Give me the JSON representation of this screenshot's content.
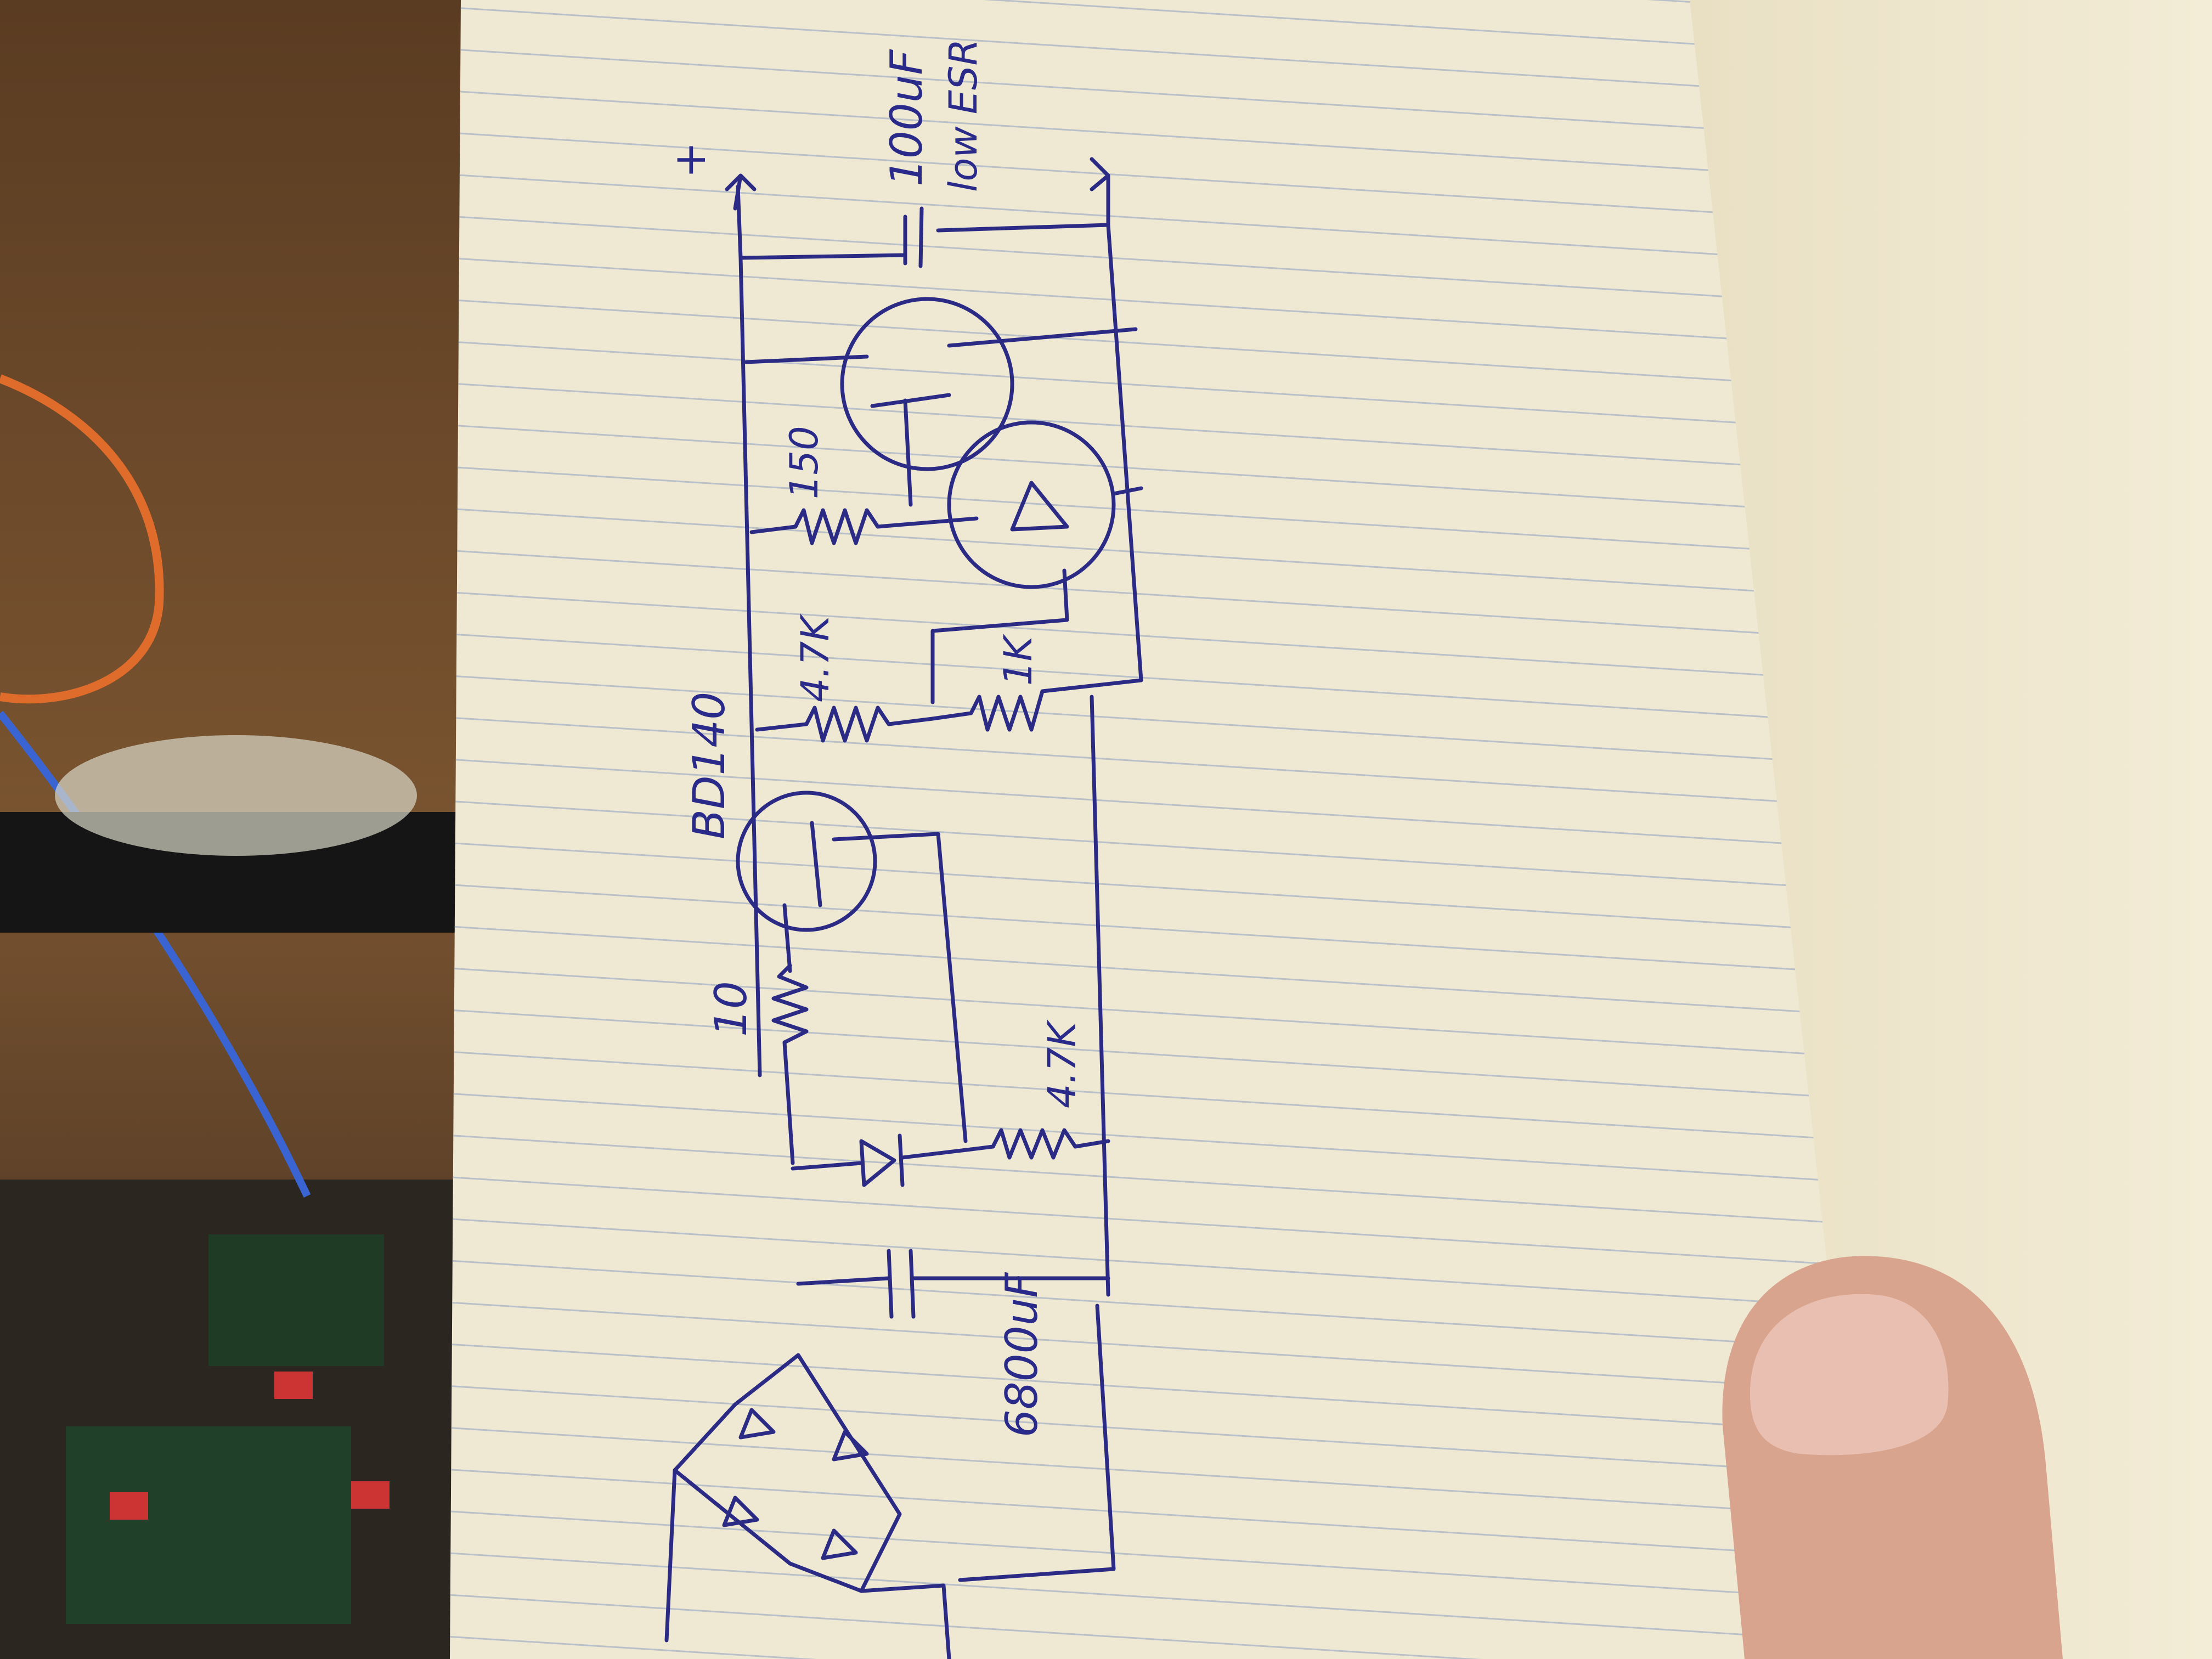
{
  "photo": {
    "subject": "hand-drawn circuit schematic on lined notebook page",
    "colors": {
      "ink": "#2b2b86",
      "paper": "#efe9d3",
      "paper_line": "#b9c0c8",
      "background_wall": "#6b4a2c",
      "skin": "#d9a48d"
    }
  },
  "schematic": {
    "labels": {
      "plus": "+",
      "cap_out_value": "100uF",
      "cap_out_note": "low ESR",
      "r_150": "150",
      "r_47k_top": "4.7K",
      "r_1k": "1K",
      "transistor": "BD140",
      "r_10": "10",
      "r_47k_bottom": "4.7K",
      "cap_in": "6800uF"
    }
  }
}
